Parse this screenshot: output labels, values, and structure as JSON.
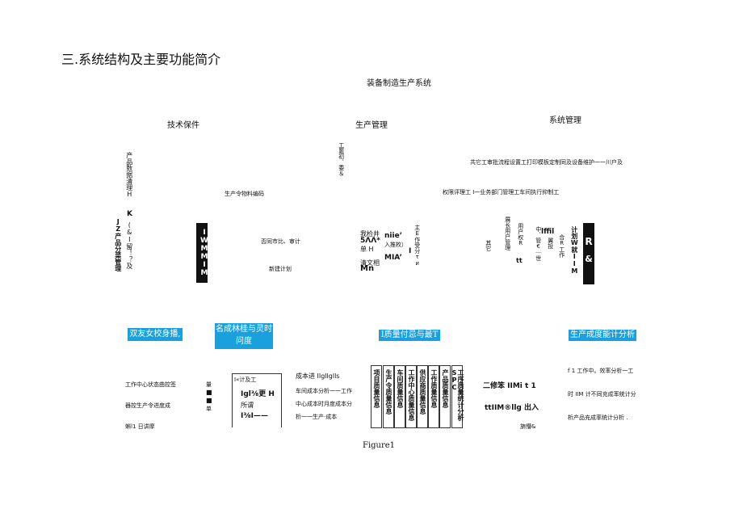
{
  "heading": "三.系统结构及主要功能简介",
  "root": "装备制造生产系统",
  "level1": {
    "tech": "技术保件",
    "prod": "生产管理",
    "sys": "系统管理"
  },
  "tech_block": {
    "vert_a": "产品数据清理H",
    "k_line": "K",
    "vert_b": "(&I留！？及",
    "vert_c": "JZ产品分菜管理",
    "black_bar": "IWMMIM"
  },
  "prod_block": {
    "vert_top": "工噩初．委＆",
    "l1": "生产令物料编码",
    "l2": "否同市比、审计",
    "l3": "新建计划",
    "g1": "我检井",
    "g2": "5ΛΛ*",
    "g3": "单 H",
    "g4": "清文相",
    "g5": "Mn",
    "g6": "niie’",
    "g7": "入推枚）",
    "g8": "MIA’",
    "g9": "I",
    "vert_right": "主E作受分τи"
  },
  "sys_block": {
    "l1": "共它工审批流程设置工打印模板定制同及设备维护一一川户及",
    "l2": "权限评理工 I一业务部门管理工车间执行抑制工",
    "v1": "其它",
    "v2": "展长用户管理",
    "v3": "用户权R",
    "v4": "tt",
    "v5": "中．管€｜世",
    "v6": "lffil",
    "v7": "翼投",
    "v8": "合R工作",
    "v9": "计划W就IIM",
    "bar_r": "R",
    "bar_amp": "&"
  },
  "boxes": {
    "b1": "双友女校身播,",
    "b2": "名成林桂与灵时问度",
    "b3": "I质量付忌与最T",
    "b4": "生产成度能计分析"
  },
  "bottom": {
    "s1_l1": "工作中心状态曲控签",
    "s1_l2": "器控生产令进度成",
    "s1_l3": "蝌l1 日讲摩",
    "s1_marks": [
      "量",
      "■",
      "■",
      "单"
    ],
    "s2_l1": "I«计及工",
    "s2_l2": "Igl⅜更 H",
    "s2_l3": "所谓",
    "s2_l4": "I⅜I——",
    "s3_l1": "成本进 IIgllglls",
    "s3_l2": "车间成本分析一一工作",
    "s3_l3": "中心成本时月度成本分",
    "s3_l4": "析一一生产·成本",
    "cols": [
      "项目质量信息",
      "生产令质量信息",
      "车间质量信息",
      "工作中心质量信息",
      "供应商质量信息",
      "工作质量信息",
      "产品质量信息",
      "工序质量统计分析SPC"
    ],
    "s5_l1": "二修笨 IIMi t 1",
    "s5_l2": "ttIIM®llg 出入",
    "s5_l3": "旃懵&",
    "s6_l1": "f 1 工作中。效率分析一工",
    "s6_l2": "时 IIM 计不同充成率统计分",
    "s6_l3": "析产品充成率统计分析 ."
  },
  "caption": "Figure1"
}
